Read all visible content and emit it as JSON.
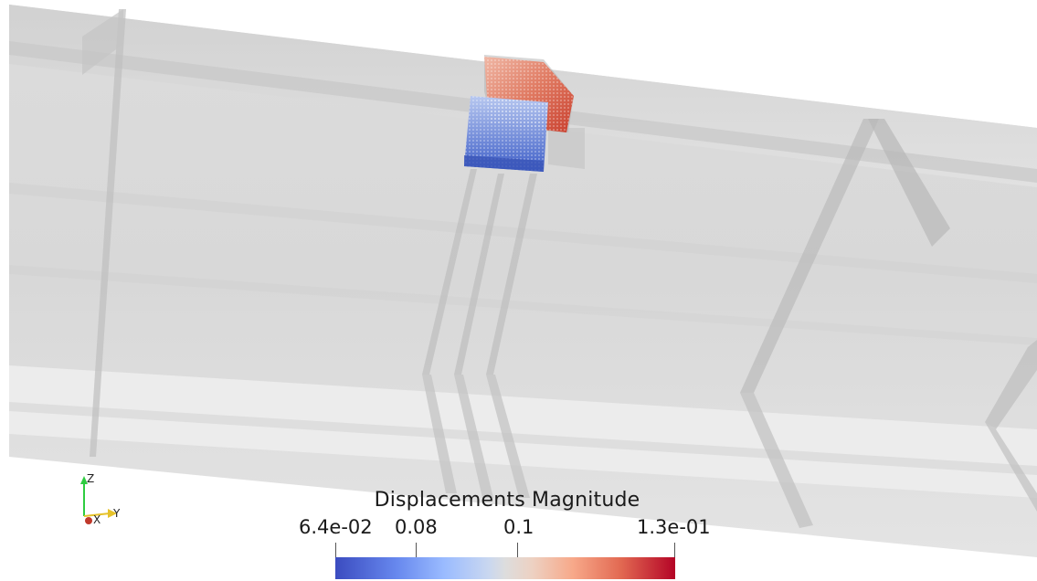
{
  "legend": {
    "title": "Displacements Magnitude",
    "min_label": "6.4e-02",
    "tick1_label": "0.08",
    "tick2_label": "0.1",
    "max_label": "1.3e-01",
    "colormap": "cool-to-warm",
    "colors": [
      "#3b4cc0",
      "#9abbff",
      "#dddddd",
      "#f7a889",
      "#b40426"
    ]
  },
  "orientation_axes": {
    "z_label": "Z",
    "x_label": "X",
    "y_label": "Y",
    "z_color": "#2ecc40",
    "x_color": "#c0392b",
    "y_color": "#e6c229"
  },
  "scene": {
    "background": "#ffffff",
    "structure_color": "#d4d4d4",
    "highlight_top_color": "#e06a55",
    "highlight_bottom_color": "#4a6fd0"
  }
}
